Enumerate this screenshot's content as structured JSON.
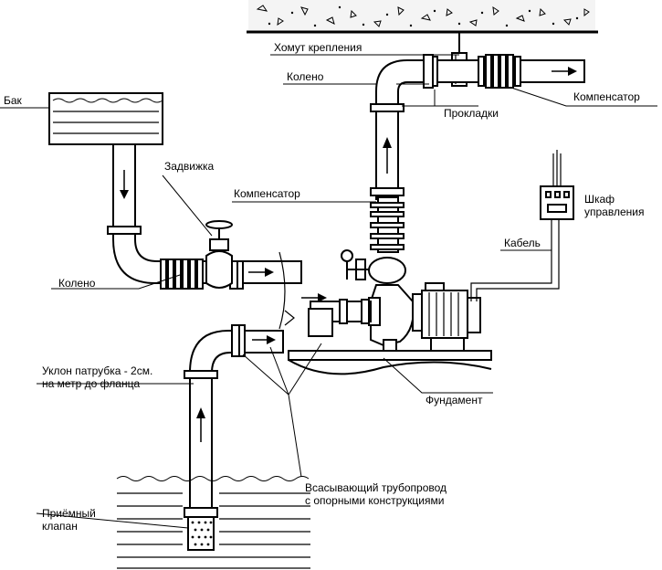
{
  "labels": {
    "clamp": "Хомут крепления",
    "elbow_top": "Колено",
    "compensator_top": "Компенсатор",
    "gaskets": "Прокладки",
    "tank": "Бак",
    "gate_valve": "Задвижка",
    "compensator_mid": "Компенсатор",
    "cabinet_line1": "Шкаф",
    "cabinet_line2": "управления",
    "cable": "Кабель",
    "elbow_left": "Колено",
    "slope_line1": "Уклон патрубка - 2см.",
    "slope_line2": "на метр до фланца",
    "foundation": "Фундамент",
    "suction_line1": "Всасывающий трубопровод",
    "suction_line2": "с опорными конструкциями",
    "foot_valve_line1": "Приёмный",
    "foot_valve_line2": "клапан"
  }
}
